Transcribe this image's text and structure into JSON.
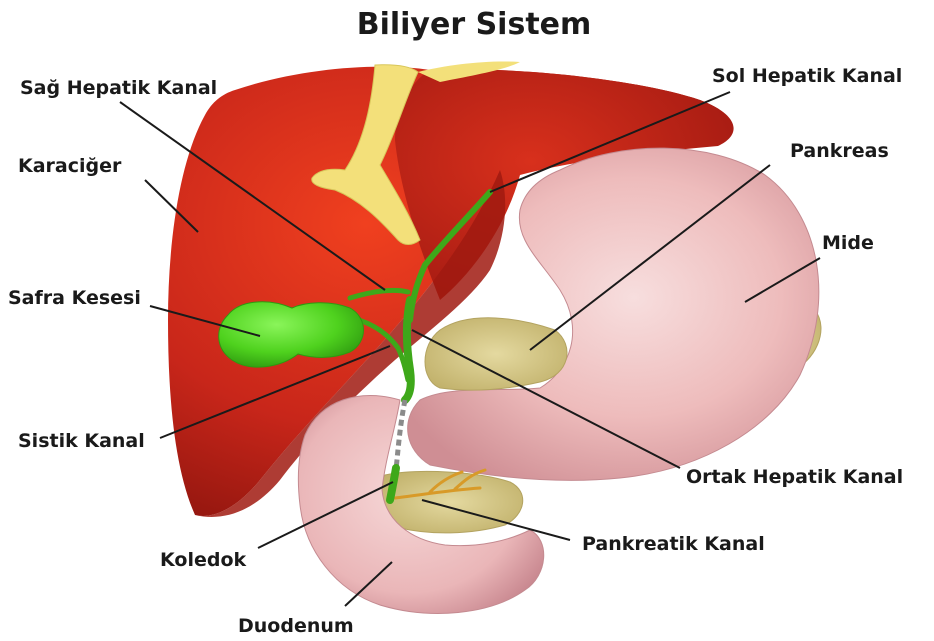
{
  "title": "Biliyer Sistem",
  "labels": {
    "sag_hepatik_kanal": "Sağ Hepatik Kanal",
    "sol_hepatik_kanal": "Sol Hepatik Kanal",
    "karaciger": "Karaciğer",
    "pankreas": "Pankreas",
    "mide": "Mide",
    "safra_kesesi": "Safra Kesesi",
    "sistik_kanal": "Sistik Kanal",
    "ortak_hepatik_kanal": "Ortak Hepatik Kanal",
    "koledok": "Koledok",
    "pankreatik_kanal": "Pankreatik Kanal",
    "duodenum": "Duodenum"
  },
  "colors": {
    "liver": "#c8261a",
    "liver_dark": "#9e1a12",
    "ligament": "#f3e07a",
    "stomach": "#f1c4c4",
    "pancreas": "#d8cc8c",
    "gallbladder": "#4fd21e",
    "duct": "#3ea81a"
  }
}
